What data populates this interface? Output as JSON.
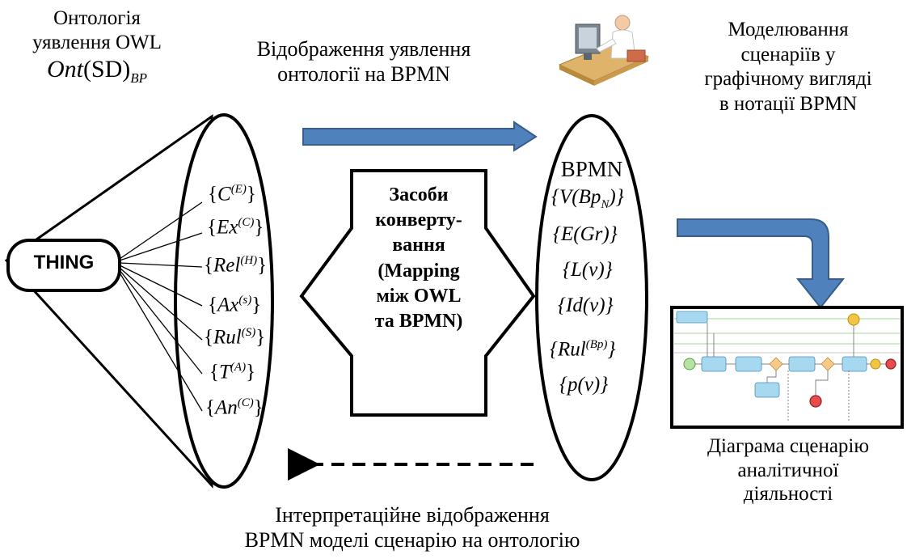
{
  "left_title": {
    "line1": "Онтологія",
    "line2": "уявлення OWL",
    "formula_main": "Ont",
    "formula_paren": "(SD)",
    "formula_sub": "BP"
  },
  "top_arrow_label": {
    "line1": "Відображення уявлення",
    "line2": "онтології на BPMN"
  },
  "right_title": {
    "line1": "Моделювання",
    "line2": "сценаріїв у",
    "line3": "графічному вигляді",
    "line4": "в нотації BPMN"
  },
  "thing_label": "THING",
  "ontology_sets": [
    {
      "base": "C",
      "sup": "(E)"
    },
    {
      "base": "Ex",
      "sup": "(C)"
    },
    {
      "base": "Rel",
      "sup": "(H)"
    },
    {
      "base": "Ax",
      "sup": "(s)"
    },
    {
      "base": "Rul",
      "sup": "(S)"
    },
    {
      "base": "T",
      "sup": "(A)"
    },
    {
      "base": "An",
      "sup": "(C)"
    }
  ],
  "converter": {
    "line1": "Засоби",
    "line2": "конверту-",
    "line3": "вання",
    "line4": "(Mapping",
    "line5": "між OWL",
    "line6": "та BPMN)"
  },
  "bpmn_title": "BPMN",
  "bpmn_sets": {
    "v": "{V(Bp",
    "v_sub": "N",
    "v_end": ")}",
    "e": "{E(Gr)}",
    "l": "{L(v)}",
    "id": "{Id(v)}",
    "rul": "{Rul",
    "rul_sup": "(Bp)",
    "rul_end": "}",
    "p": "{p(v)}"
  },
  "diagram_caption": {
    "line1": "Діаграма сценарію",
    "line2": "аналітичної",
    "line3": "діяльності"
  },
  "bottom_label": {
    "line1": "Інтерпретаційне відображення",
    "line2": "BPMN моделі сценарію на онтологію"
  },
  "colors": {
    "arrow_fill": "#4f81bd",
    "arrow_stroke": "#385d8a",
    "task_fill": "#a6d8f0",
    "gateway_fill": "#f9c98a",
    "start_fill": "#b5e3a1",
    "end_fill": "#e84b4b",
    "message_fill": "#f4c542"
  },
  "icons": [
    "user-at-computer-icon",
    "bpmn-diagram-thumbnail"
  ]
}
